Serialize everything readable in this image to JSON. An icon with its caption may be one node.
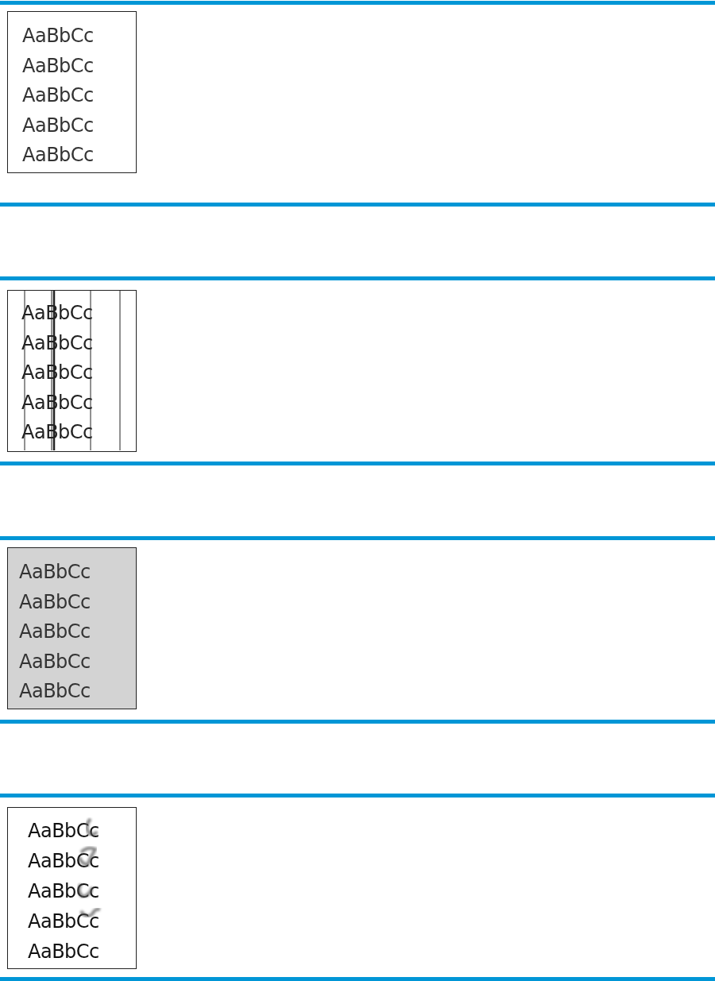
{
  "diagram": {
    "nodes": [
      {
        "text": [
          "AaBbCc",
          "AaBbCc",
          "AaBbCc",
          "AaBbCc",
          "AaBbCc"
        ]
      },
      {
        "text": [
          "AaBbCc",
          "AaBbCc",
          "AaBbCc",
          "AaBbCc",
          "AaBbCc"
        ]
      },
      {
        "text": [
          "AaBbCc",
          "AaBbCc",
          "AaBbCc",
          "AaBbCc",
          "AaBbCc"
        ]
      },
      {
        "text": [
          "AaBbCc",
          "AaBbCc",
          "AaBbCc",
          "AaBbCc",
          "AaBbCc"
        ]
      }
    ]
  }
}
